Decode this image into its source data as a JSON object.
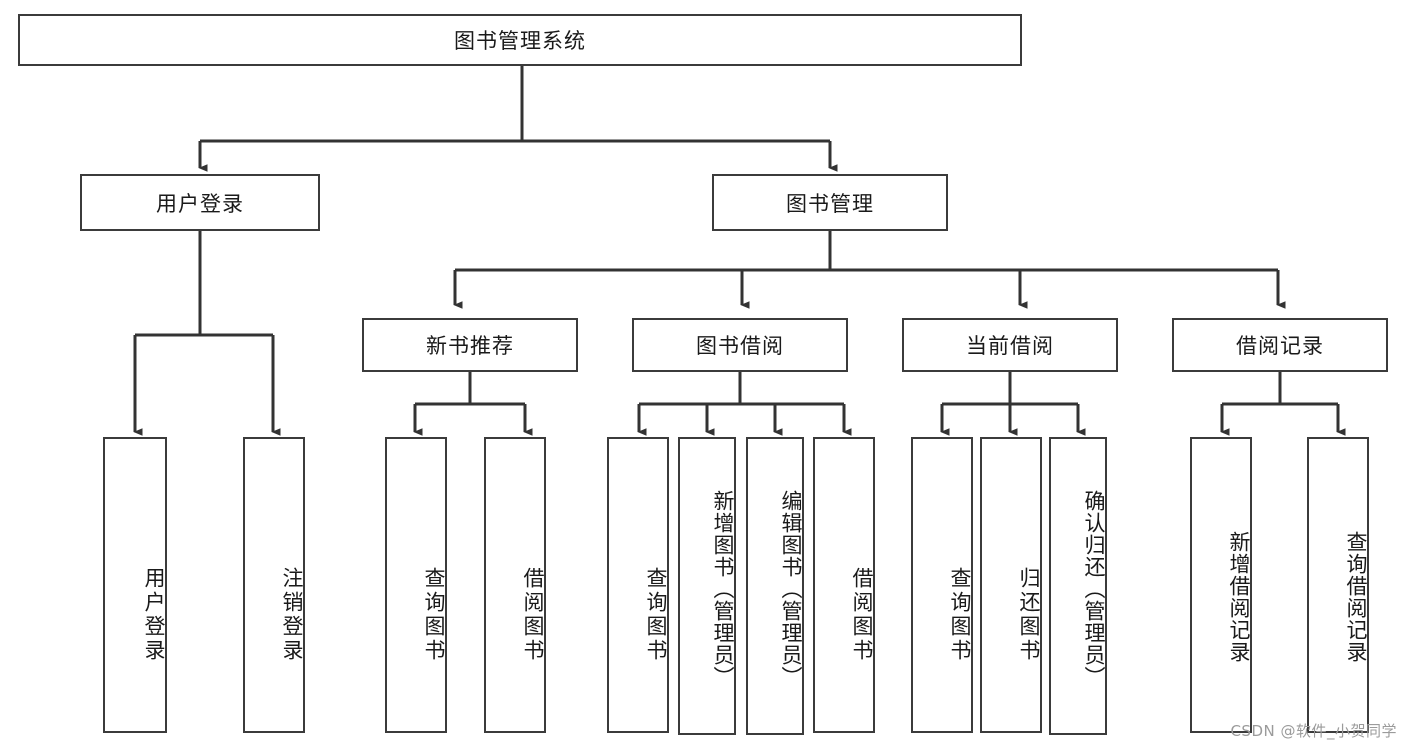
{
  "diagram": {
    "title": "图书管理系统",
    "type": "tree",
    "watermark": "CSDN @软件_小贺同学",
    "colors": {
      "box_border": "#3b3b3b",
      "box_fill": "#ffffff",
      "edge": "#333333",
      "text": "#1a1a1a",
      "watermark": "#9b9b9b",
      "background": "#ffffff"
    },
    "nodes": {
      "root": {
        "label": "图书管理系统",
        "orientation": "horizontal",
        "level": 0
      },
      "l1": [
        {
          "id": "user-login",
          "label": "用户登录",
          "orientation": "horizontal",
          "level": 1
        },
        {
          "id": "book-manage",
          "label": "图书管理",
          "orientation": "horizontal",
          "level": 1
        }
      ],
      "l2": [
        {
          "id": "new-book-rec",
          "label": "新书推荐",
          "orientation": "horizontal",
          "level": 2,
          "parent": "book-manage"
        },
        {
          "id": "book-borrow",
          "label": "图书借阅",
          "orientation": "horizontal",
          "level": 2,
          "parent": "book-manage"
        },
        {
          "id": "current-borrow",
          "label": "当前借阅",
          "orientation": "horizontal",
          "level": 2,
          "parent": "book-manage"
        },
        {
          "id": "borrow-record",
          "label": "借阅记录",
          "orientation": "horizontal",
          "level": 2,
          "parent": "book-manage"
        }
      ],
      "leaves": [
        {
          "id": "leaf-user-login",
          "label": "用户登录",
          "orientation": "vertical",
          "parent": "user-login"
        },
        {
          "id": "leaf-logout-login",
          "label": "注销登录",
          "orientation": "vertical",
          "parent": "user-login"
        },
        {
          "id": "leaf-query-book-1",
          "label": "查询图书",
          "orientation": "vertical",
          "parent": "new-book-rec"
        },
        {
          "id": "leaf-borrow-book-1",
          "label": "借阅图书",
          "orientation": "vertical",
          "parent": "new-book-rec"
        },
        {
          "id": "leaf-query-book-2",
          "label": "查询图书",
          "orientation": "vertical",
          "parent": "book-borrow"
        },
        {
          "id": "leaf-add-book",
          "label": "新增图书（管理员）",
          "orientation": "vertical",
          "parent": "book-borrow"
        },
        {
          "id": "leaf-edit-book",
          "label": "编辑图书（管理员）",
          "orientation": "vertical",
          "parent": "book-borrow"
        },
        {
          "id": "leaf-borrow-book-2",
          "label": "借阅图书",
          "orientation": "vertical",
          "parent": "book-borrow"
        },
        {
          "id": "leaf-query-book-3",
          "label": "查询图书",
          "orientation": "vertical",
          "parent": "current-borrow"
        },
        {
          "id": "leaf-return-book",
          "label": "归还图书",
          "orientation": "vertical",
          "parent": "current-borrow"
        },
        {
          "id": "leaf-confirm-return",
          "label": "确认归还（管理员）",
          "orientation": "vertical",
          "parent": "current-borrow"
        },
        {
          "id": "leaf-add-record",
          "label": "新增借阅记录",
          "orientation": "vertical",
          "parent": "borrow-record"
        },
        {
          "id": "leaf-query-record",
          "label": "查询借阅记录",
          "orientation": "vertical",
          "parent": "borrow-record"
        }
      ]
    }
  }
}
